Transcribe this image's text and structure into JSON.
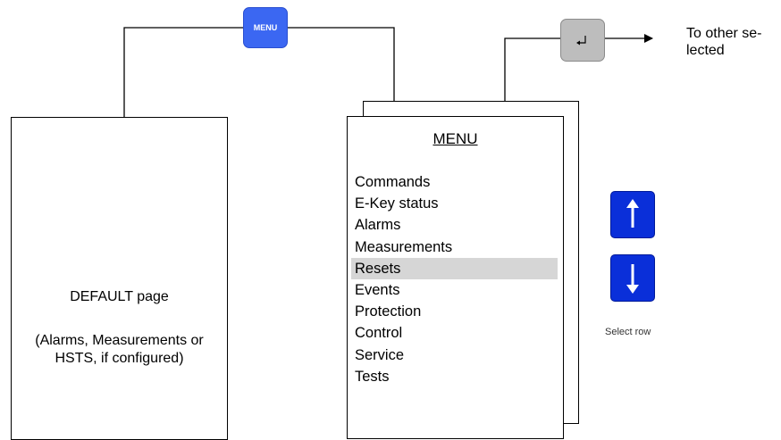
{
  "default_page": {
    "title": "DEFAULT page",
    "note": "(Alarms, Measurements or\nHSTS, if configured)"
  },
  "menu_key": {
    "label": "MENU",
    "color": "#3b67f2"
  },
  "enter_key": {
    "icon": "enter-return-icon",
    "color": "#bdbdbd"
  },
  "menu_page": {
    "title": "MENU",
    "items": [
      "Commands",
      "E-Key status",
      "Alarms",
      "Measurements",
      "Resets",
      "Events",
      "Protection",
      "Control",
      "Service",
      "Tests"
    ],
    "selected_index": 4,
    "highlight_color": "#d6d6d6"
  },
  "arrow_keys": {
    "up_icon": "arrow-up-icon",
    "down_icon": "arrow-down-icon",
    "color": "#0a2fd9",
    "caption": "Select row"
  },
  "to_other_label": "To other se-\nlected"
}
